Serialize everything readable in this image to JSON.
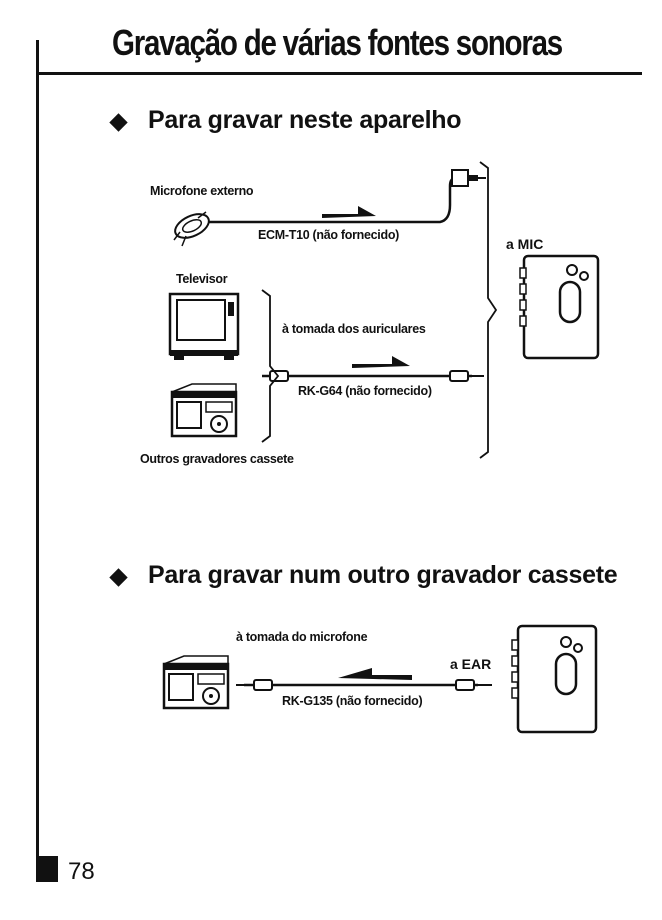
{
  "page": {
    "title": "Gravação de várias fontes sonoras",
    "page_number": "78"
  },
  "section1": {
    "heading": "Para gravar neste aparelho",
    "mic_label": "Microfone externo",
    "mic_cable": "ECM-T10 (não fornecido)",
    "tv_label": "Televisor",
    "headphone_label": "à tomada dos auriculares",
    "cable": "RK-G64 (não fornecido)",
    "other_label": "Outros gravadores cassete",
    "target": "a MIC"
  },
  "section2": {
    "heading": "Para gravar num outro gravador cassete",
    "mic_jack_label": "à tomada do microfone",
    "target": "a EAR",
    "cable": "RK-G135 (não fornecido)"
  }
}
